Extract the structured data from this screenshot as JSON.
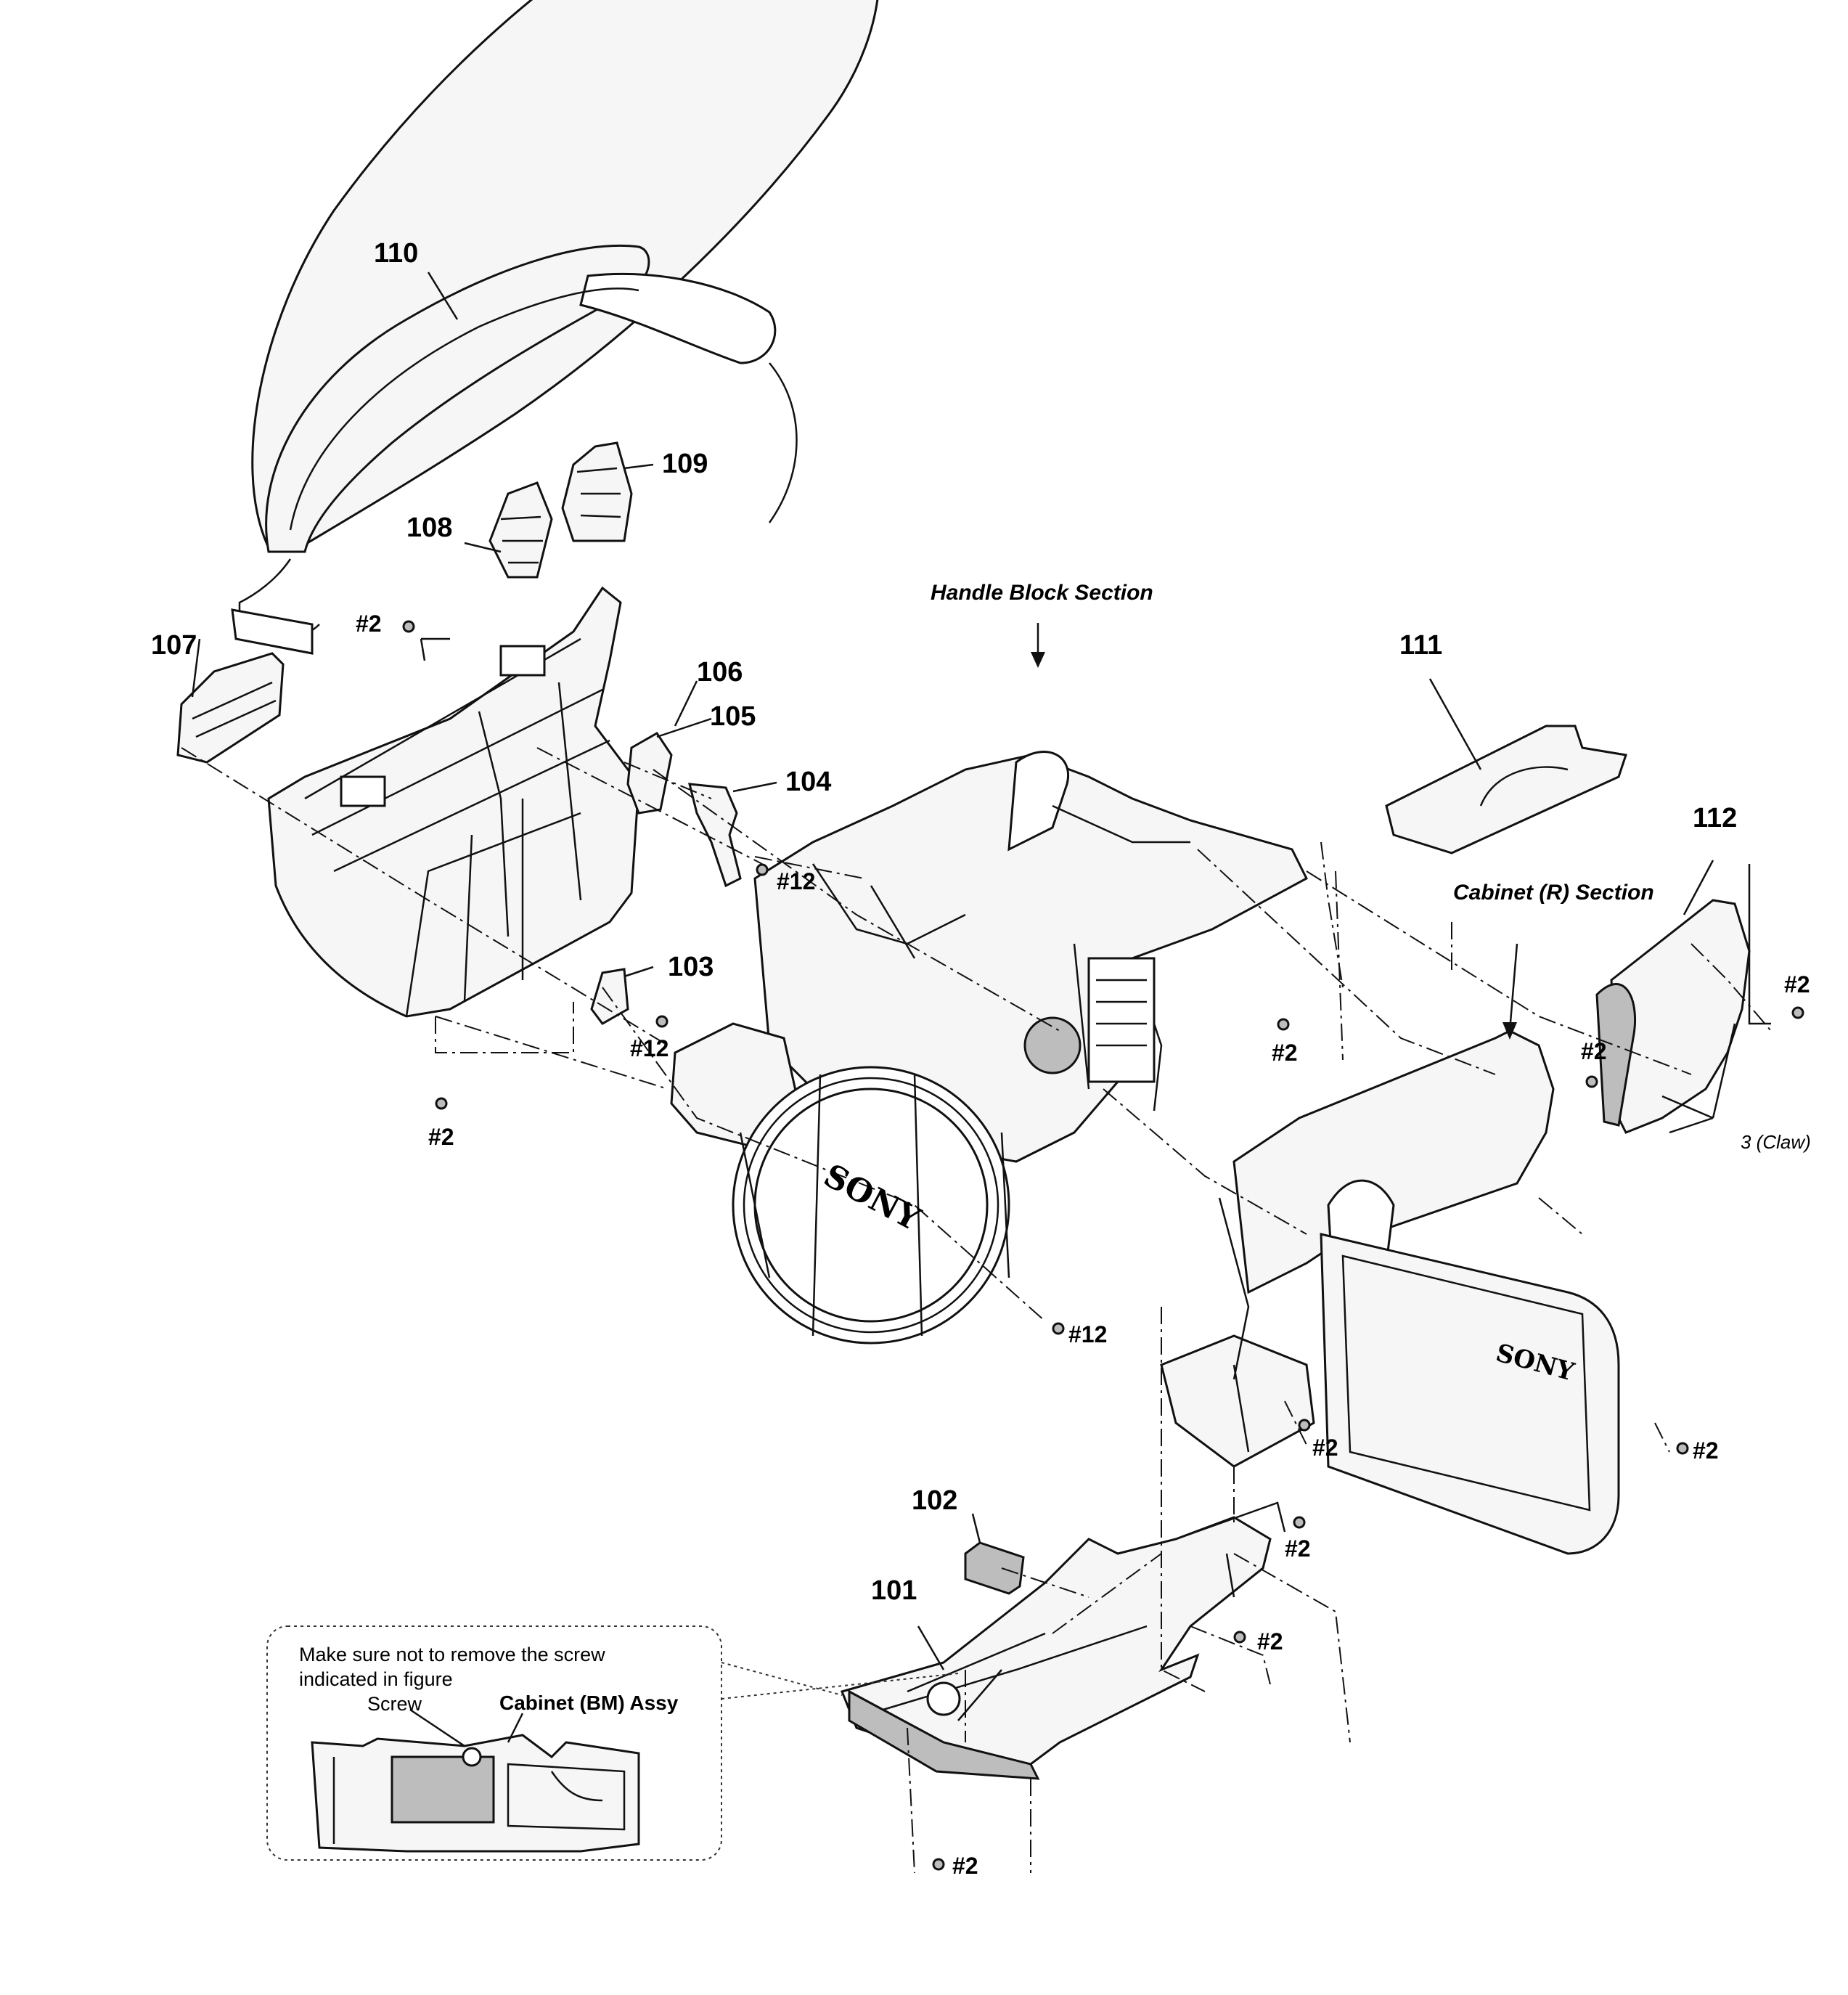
{
  "parts": {
    "p101": "101",
    "p102": "102",
    "p103": "103",
    "p104": "104",
    "p105": "105",
    "p106": "106",
    "p107": "107",
    "p108": "108",
    "p109": "109",
    "p110": "110",
    "p111": "111",
    "p112": "112"
  },
  "screws": {
    "s2": "#2",
    "s12": "#12"
  },
  "sections": {
    "handle_block": "Handle Block Section",
    "cabinet_r": "Cabinet (R) Section"
  },
  "claw_note": "3 (Claw)",
  "brand": "SONY",
  "inset": {
    "note_line1": "Make sure not to remove the screw",
    "note_line2": "indicated in figure",
    "screw_label": "Screw",
    "assy_label": "Cabinet (BM) Assy"
  }
}
